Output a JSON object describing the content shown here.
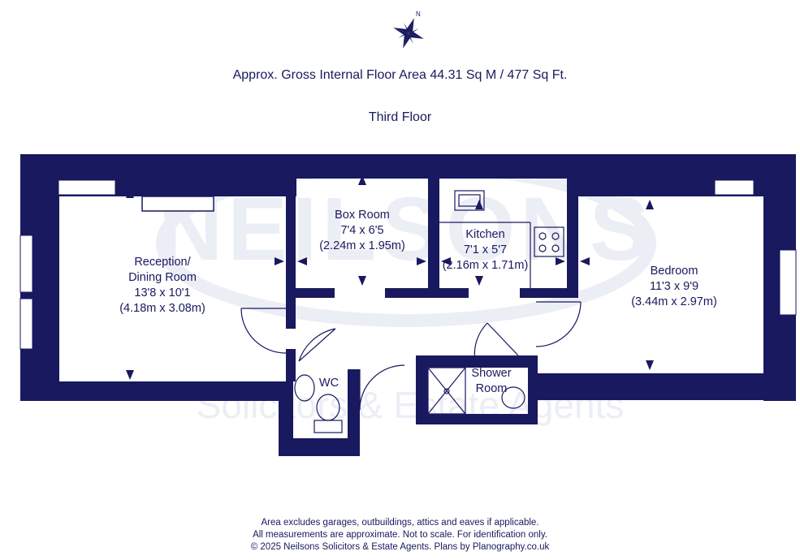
{
  "header": {
    "area_text": "Approx. Gross Internal Floor Area 44.31 Sq M / 477 Sq Ft.",
    "floor_name": "Third Floor",
    "compass_letter": "N"
  },
  "rooms": {
    "reception": {
      "name_line1": "Reception/",
      "name_line2": "Dining Room",
      "imperial": "13'8 x 10'1",
      "metric": "(4.18m x 3.08m)"
    },
    "box_room": {
      "name": "Box Room",
      "imperial": "7'4 x 6'5",
      "metric": "(2.24m x 1.95m)"
    },
    "kitchen": {
      "name": "Kitchen",
      "imperial": "7'1 x 5'7",
      "metric": "(2.16m x 1.71m)"
    },
    "bedroom": {
      "name": "Bedroom",
      "imperial": "11'3 x 9'9",
      "metric": "(3.44m x 2.97m)"
    },
    "wc": {
      "name": "WC"
    },
    "shower_room": {
      "name_line1": "Shower",
      "name_line2": "Room"
    }
  },
  "footer": {
    "line1": "Area excludes garages, outbuildings, attics and eaves if applicable.",
    "line2": "All measurements are approximate. Not to scale. For identification only.",
    "line3": "© 2025 Neilsons Solicitors & Estate Agents. Plans by Planography.co.uk"
  },
  "colors": {
    "wall": "#18195e",
    "background": "#ffffff",
    "watermark": "#eceef6"
  }
}
